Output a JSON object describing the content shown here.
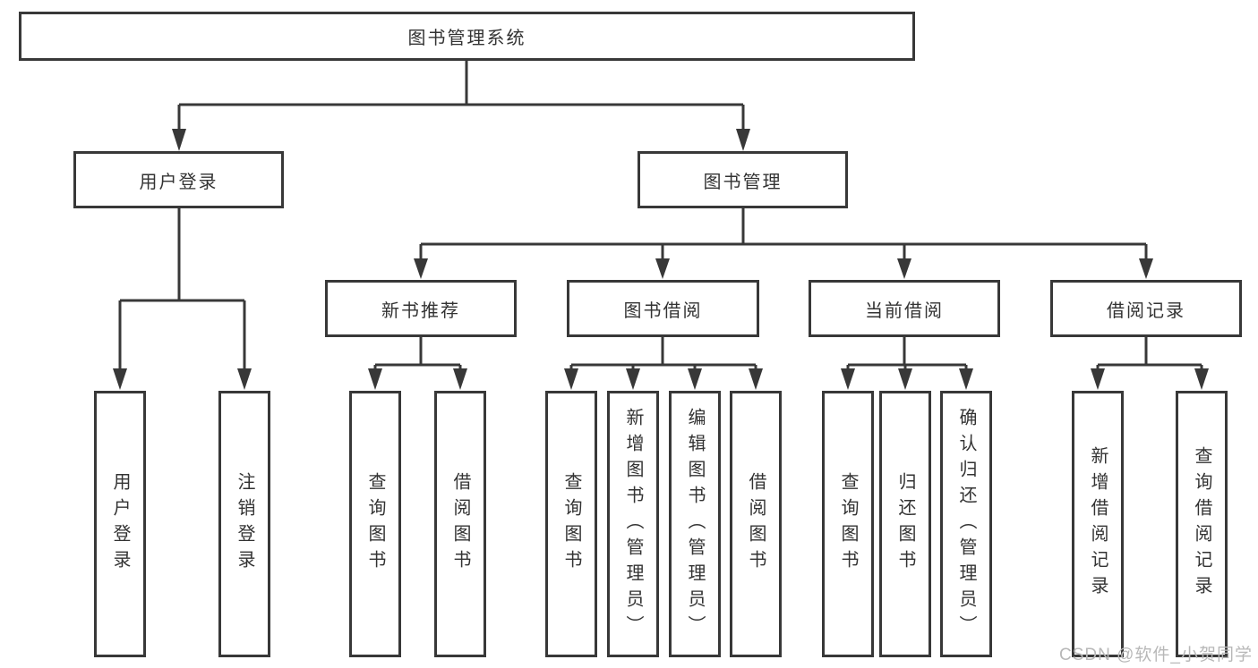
{
  "title": {
    "root": "图书管理系统"
  },
  "level2": [
    {
      "label": "用户登录"
    },
    {
      "label": "图书管理"
    }
  ],
  "level3": [
    {
      "label": "新书推荐"
    },
    {
      "label": "图书借阅"
    },
    {
      "label": "当前借阅"
    },
    {
      "label": "借阅记录"
    }
  ],
  "leaves": [
    {
      "label": "用户登录"
    },
    {
      "label": "注销登录"
    },
    {
      "label": "查询图书"
    },
    {
      "label": "借阅图书"
    },
    {
      "label": "查询图书"
    },
    {
      "label": "新增图书（管理员）"
    },
    {
      "label": "编辑图书（管理员）"
    },
    {
      "label": "借阅图书"
    },
    {
      "label": "查询图书"
    },
    {
      "label": "归还图书"
    },
    {
      "label": "确认归还（管理员）"
    },
    {
      "label": "新增借阅记录"
    },
    {
      "label": "查询借阅记录"
    }
  ],
  "watermark": "CSDN @软件_小贺同学",
  "colors": {
    "line": "#383838",
    "text": "#333333",
    "watermark": "#b8b8b8",
    "background": "#ffffff"
  }
}
